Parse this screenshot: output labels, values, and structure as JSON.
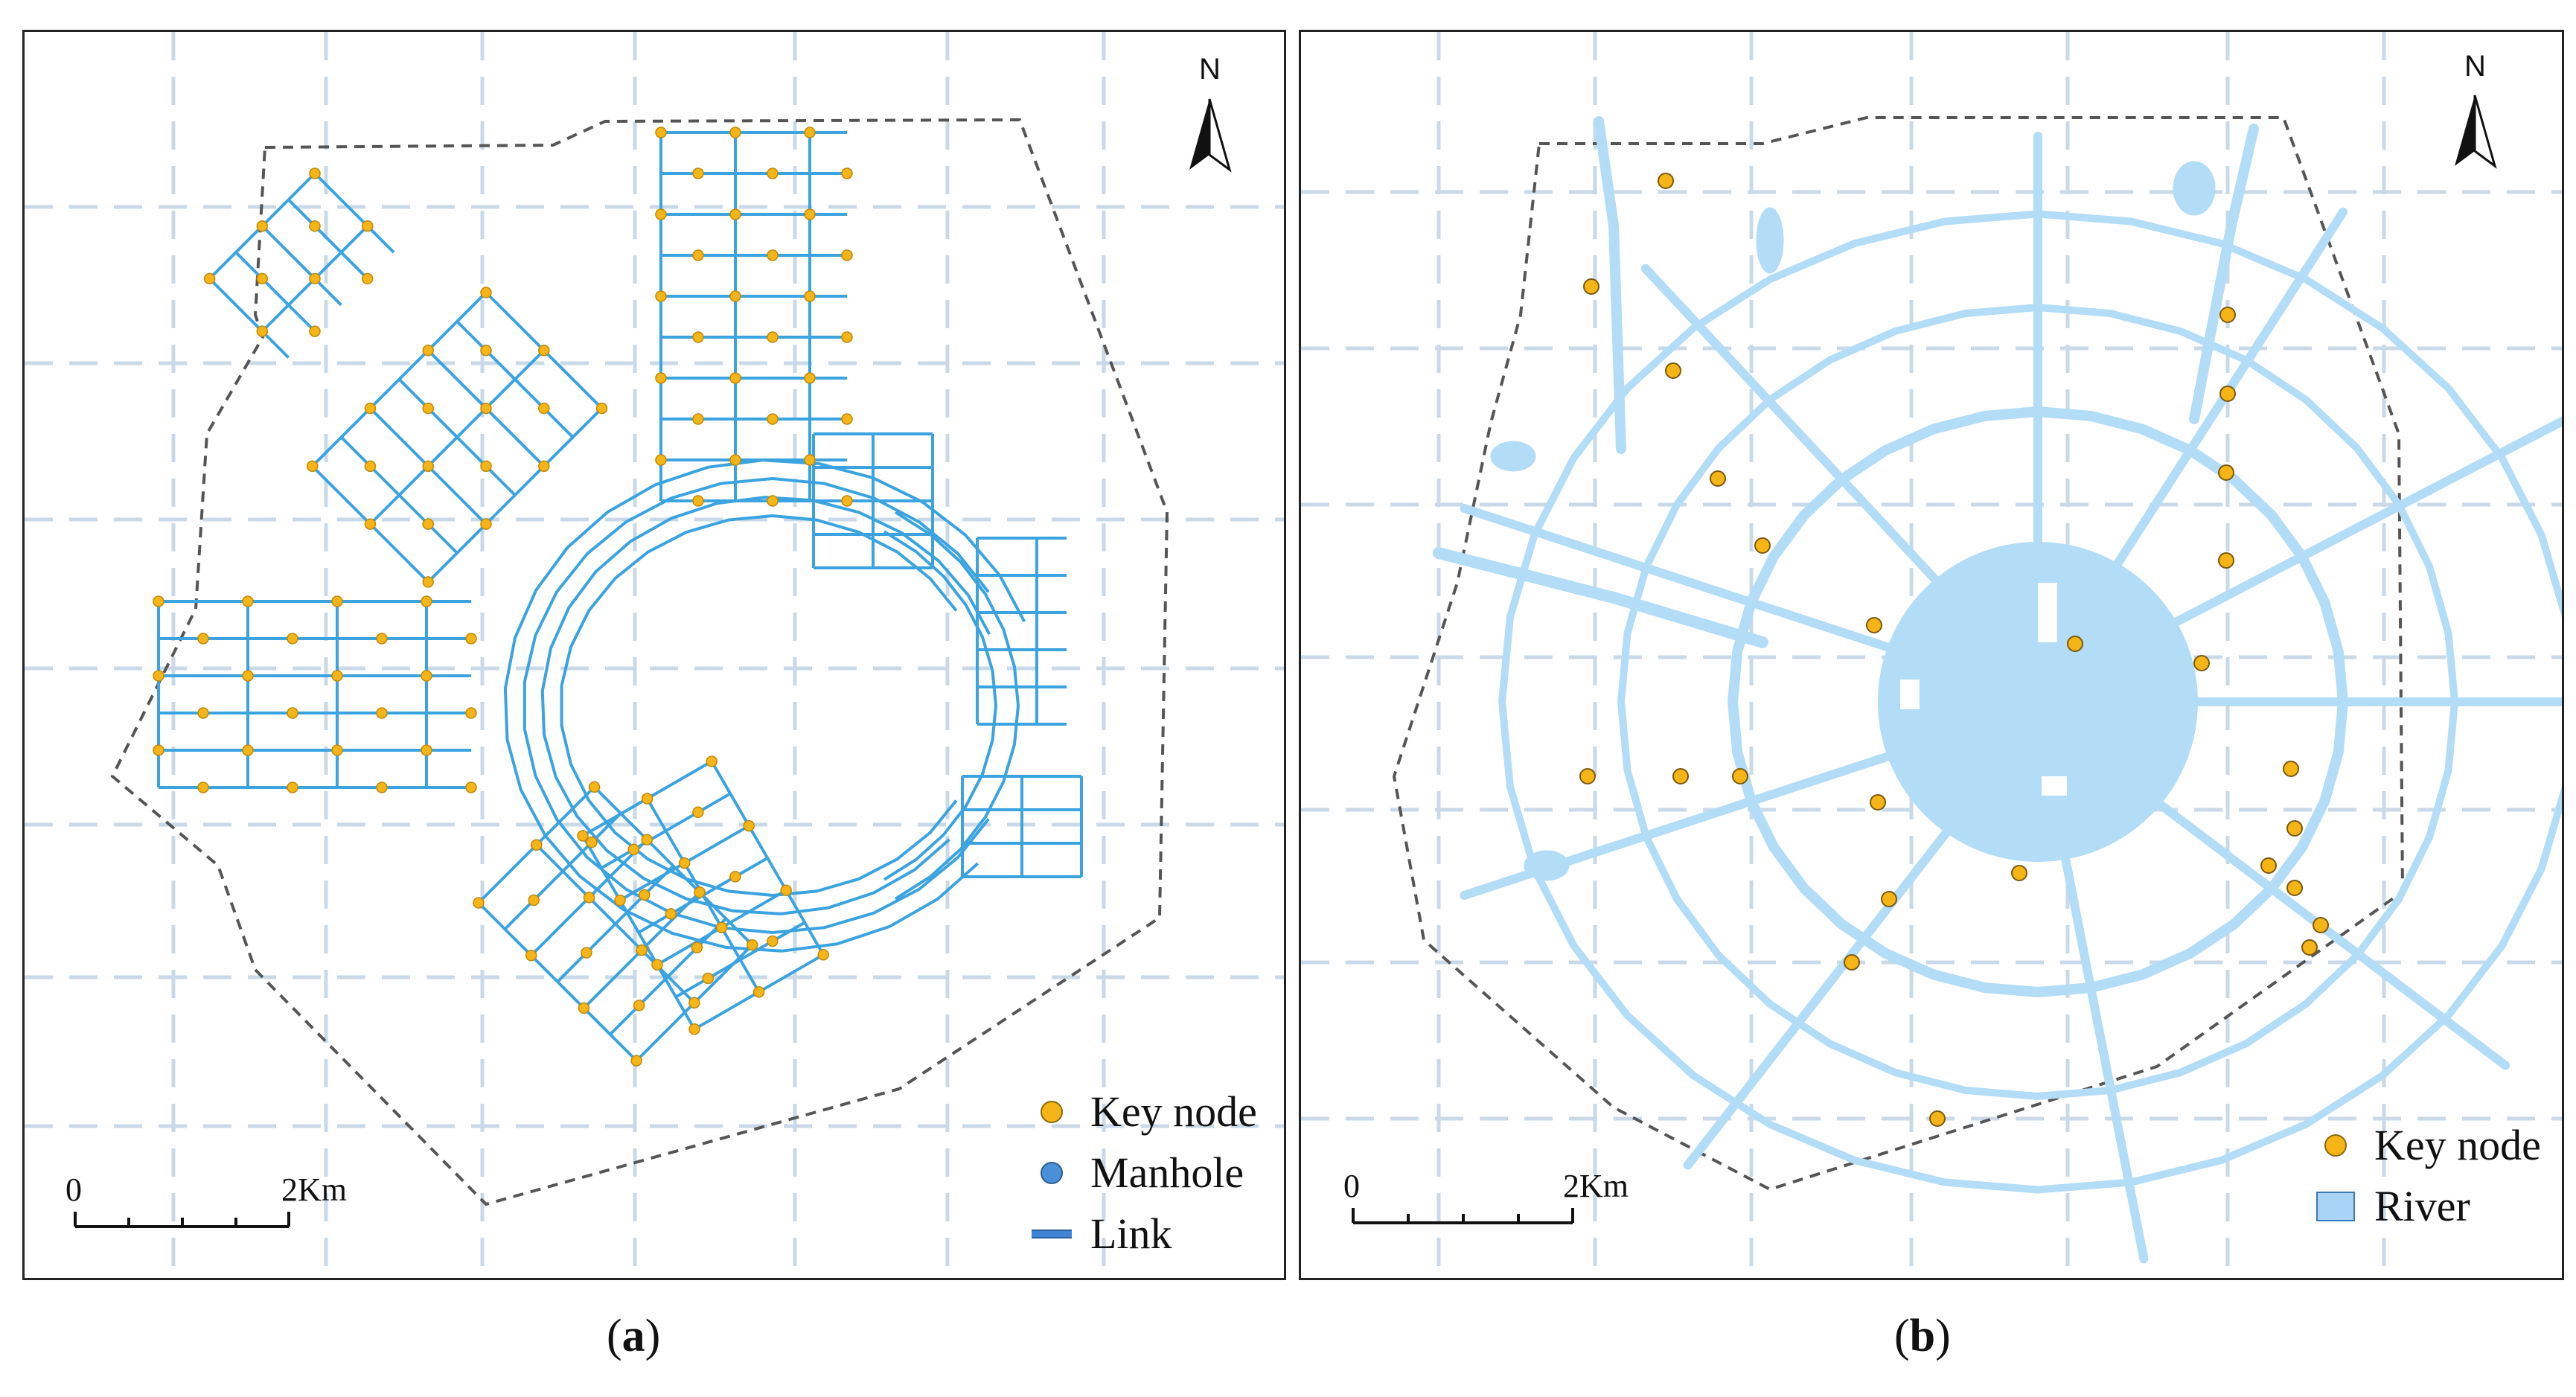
{
  "panel_a": {
    "caption_letter": "a",
    "legend": {
      "key_node": "Key node",
      "manhole": "Manhole",
      "link": "Link"
    },
    "scale": {
      "start": "0",
      "end": "2Km"
    },
    "north": "N"
  },
  "panel_b": {
    "caption_letter": "b",
    "legend": {
      "key_node": "Key node",
      "river": "River"
    },
    "scale": {
      "start": "0",
      "end": "2Km"
    },
    "north": "N"
  },
  "colors": {
    "link": "#3aa3e0",
    "key_node": "#f5b517",
    "river": "#b3dcf6",
    "grid": "#c9d9e8",
    "boundary": "#555555"
  }
}
